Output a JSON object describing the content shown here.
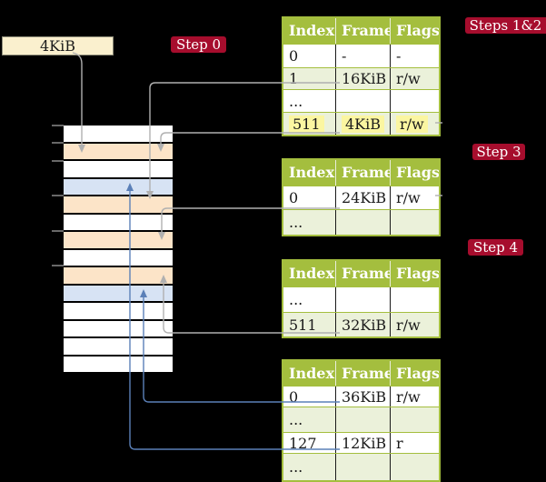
{
  "box4kib_label": "4KiB",
  "badges": {
    "step0": "Step 0",
    "steps12": "Steps 1&2",
    "step3": "Step 3",
    "step4": "Step 4"
  },
  "tables": {
    "headers": [
      "Index",
      "Frame",
      "Flags"
    ],
    "level4": {
      "rows": [
        [
          "0",
          "-",
          "-"
        ],
        [
          "1",
          "16KiB",
          "r/w"
        ],
        [
          "...",
          "",
          ""
        ],
        [
          "511",
          "4KiB",
          "r/w"
        ]
      ],
      "highlighted_row": 3
    },
    "level3": {
      "rows": [
        [
          "0",
          "24KiB",
          "r/w"
        ],
        [
          "...",
          "",
          ""
        ]
      ]
    },
    "level2": {
      "rows": [
        [
          "...",
          "",
          ""
        ],
        [
          "511",
          "32KiB",
          "r/w"
        ]
      ]
    },
    "level1": {
      "rows": [
        [
          "0",
          "36KiB",
          "r/w"
        ],
        [
          "...",
          "",
          ""
        ],
        [
          "127",
          "12KiB",
          "r"
        ],
        [
          "...",
          "",
          ""
        ]
      ]
    }
  },
  "memory": {
    "rows": [
      "white",
      "peach",
      "white",
      "blue",
      "peach",
      "white",
      "peach",
      "white",
      "peach",
      "blue",
      "white",
      "white",
      "white",
      "white"
    ]
  },
  "colors": {
    "background": "#000000",
    "table_header": "#a4be3e",
    "table_alt_row": "#ebf1da",
    "highlight": "#fbf6a1",
    "badge": "#a60d2d",
    "box_4kib": "#faf0ce",
    "memory_peach": "#fce4c8",
    "memory_blue": "#d7e3f4",
    "gray_connector": "#b0b0b0",
    "blue_connector": "#5b80b8"
  }
}
